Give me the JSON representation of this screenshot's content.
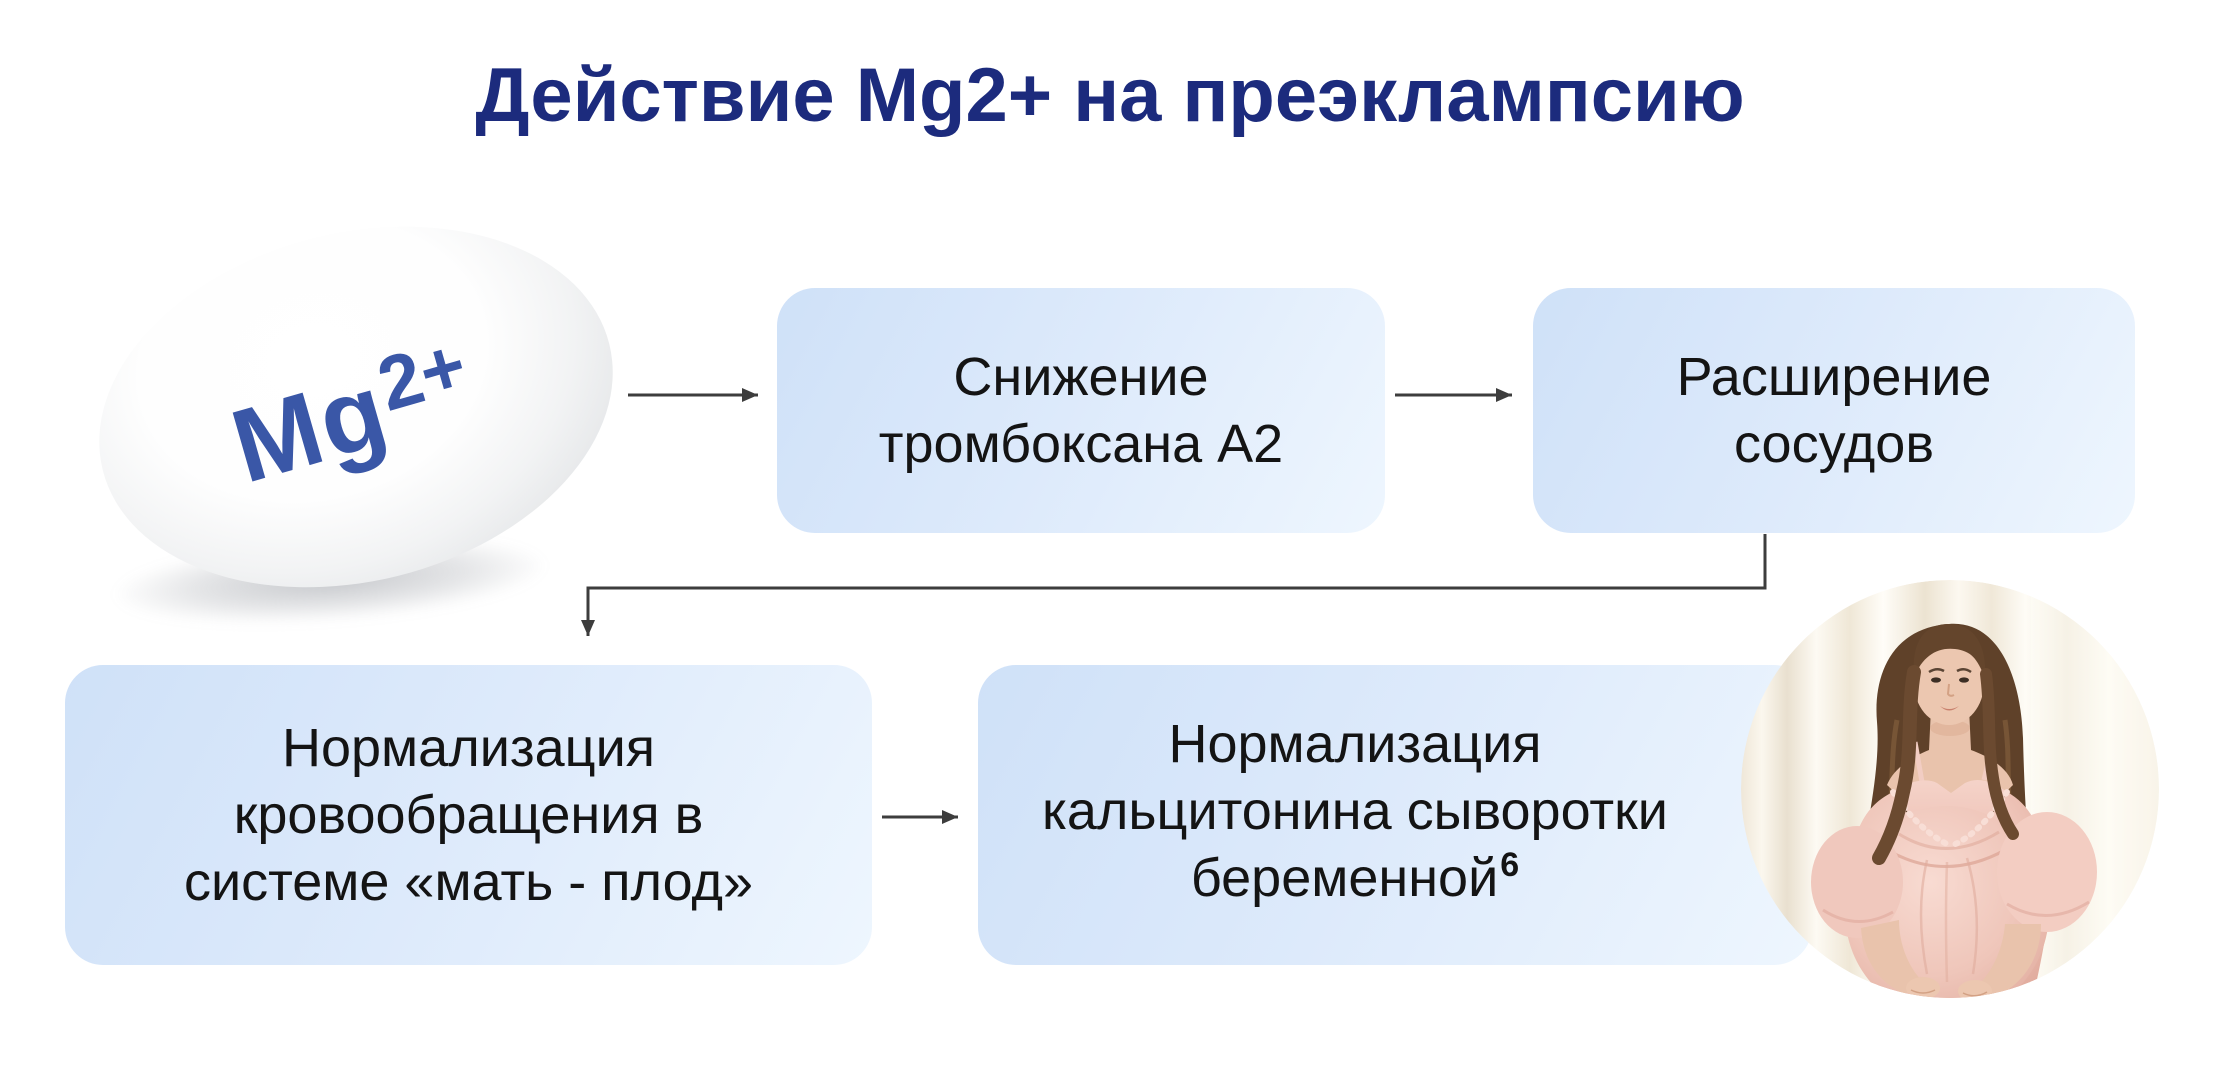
{
  "title": "Действие Mg2+ на преэклампсию",
  "pill": {
    "base": "Mg",
    "sup": "2+"
  },
  "boxes": {
    "b1": {
      "l1": "Снижение",
      "l2": "тромбоксана А2"
    },
    "b2": {
      "l1": "Расширение",
      "l2": "сосудов"
    },
    "b3": {
      "l1": "Нормализация",
      "l2": "кровообращения в",
      "l3": "системе «мать - плод»"
    },
    "b4": {
      "l1": "Нормализация",
      "l2": "кальцитонина сыворотки",
      "l3": "беременной",
      "l3_sup": "6"
    }
  },
  "colors": {
    "title_color": "#1c2b7d",
    "box_text_color": "#141414",
    "arrow_color": "#3d3d3d",
    "box_grad_start": "#cfe1f8",
    "box_grad_mid": "#ddeafb",
    "box_grad_end": "#eef6fe",
    "pill_label_color": "#3a57a7"
  }
}
